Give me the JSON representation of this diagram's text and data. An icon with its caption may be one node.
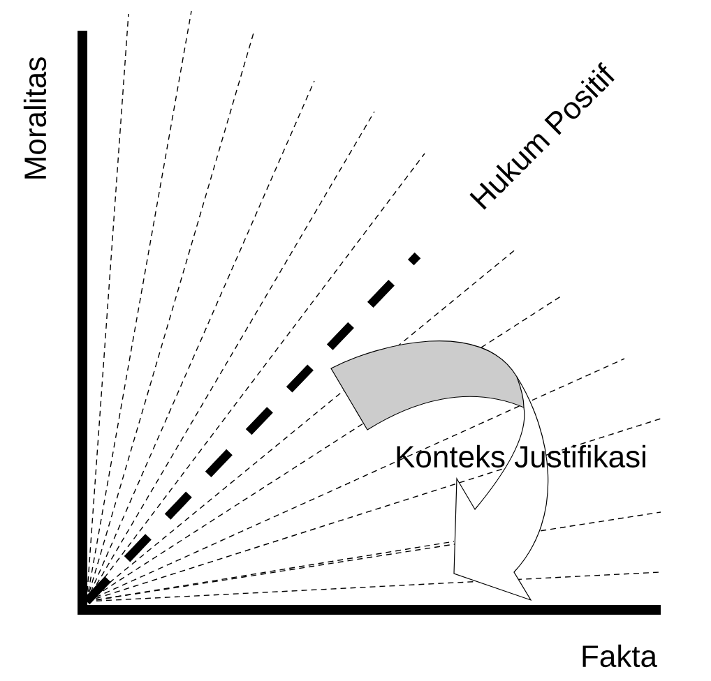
{
  "diagram": {
    "labels": [
      "Moralitas",
      "Hukum Positif",
      "Konteks Justifikasi",
      "Fakta"
    ]
  }
}
